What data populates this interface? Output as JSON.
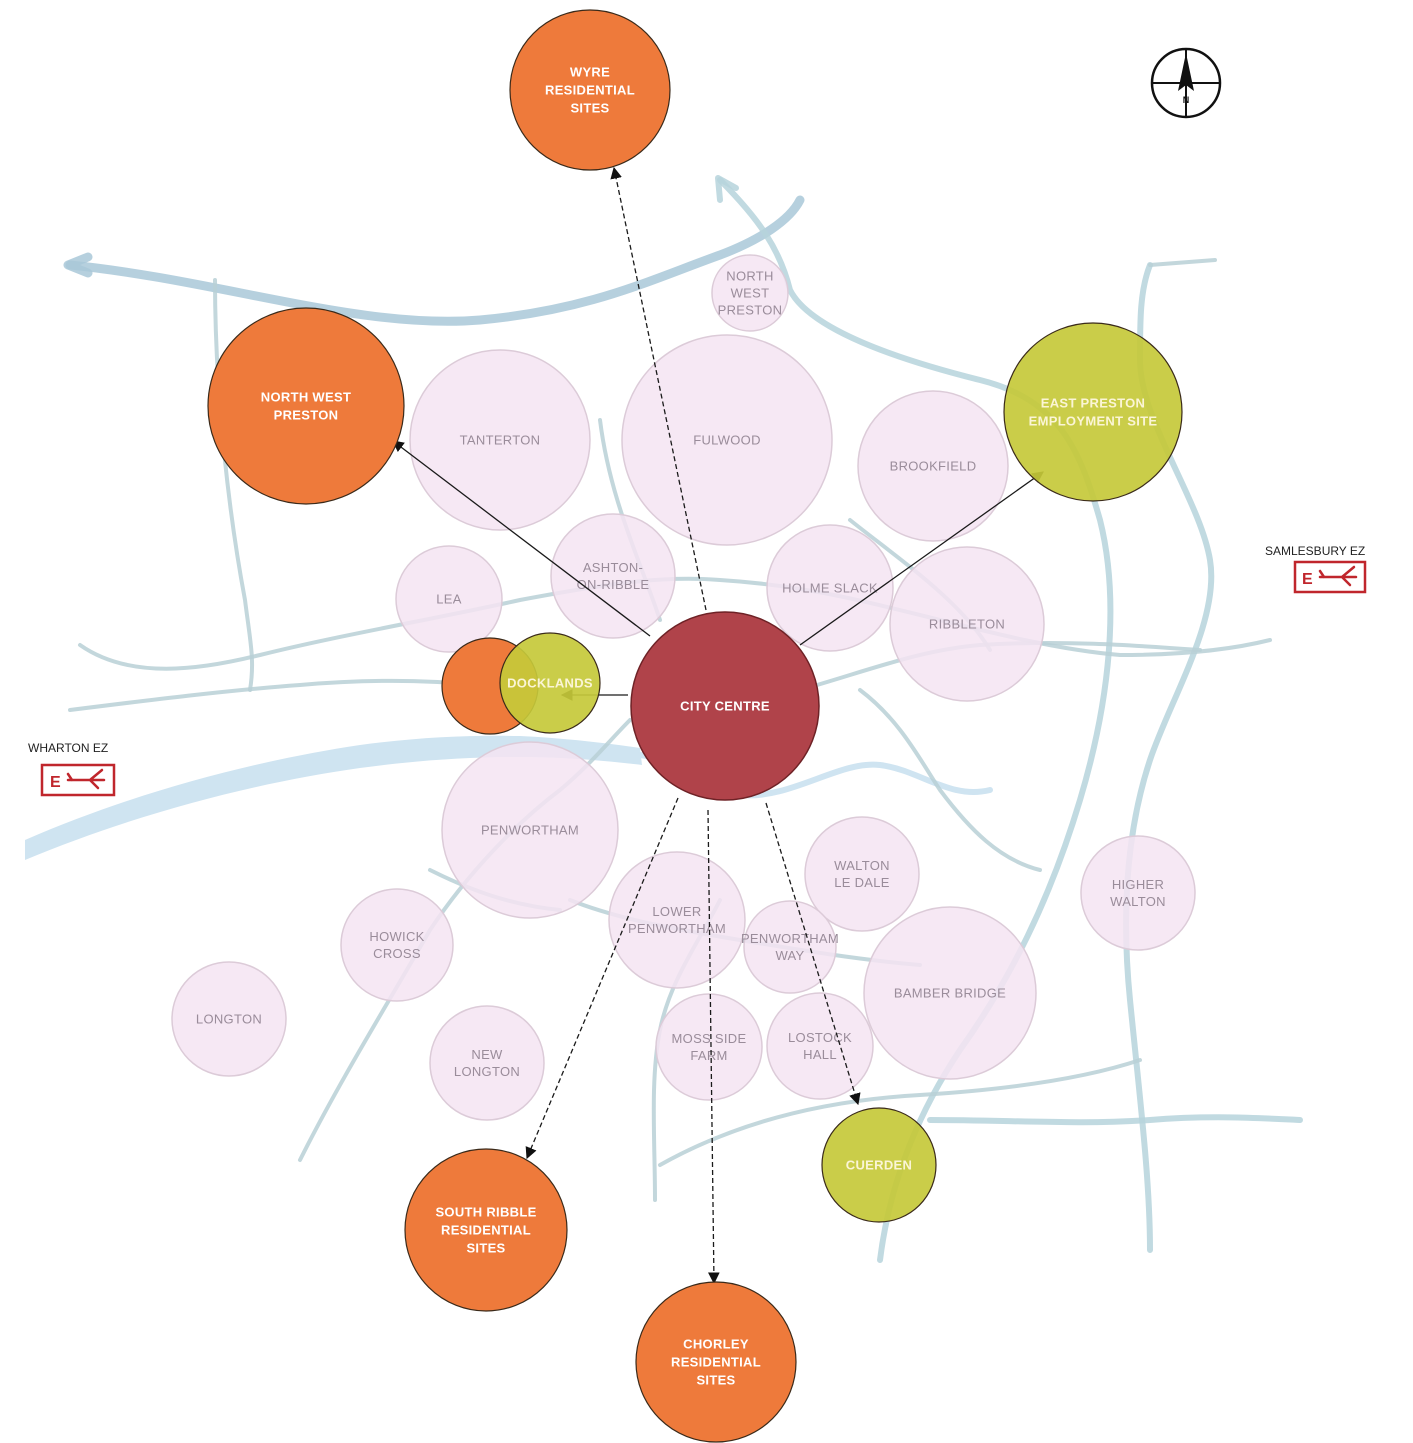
{
  "compass": {
    "icon": "north-arrow-icon",
    "letter": "N"
  },
  "colors": {
    "area_fill": "#f5e4f2",
    "area_stroke": "#dccbd8",
    "residential": "#ee7a3b",
    "employment": "#c6c93a",
    "city_centre": "#b0434a",
    "river": "#cfe4f1",
    "road": "#b8d0d6",
    "ez_red": "#c0262c"
  },
  "hub": {
    "lines": [
      "CITY CENTRE"
    ]
  },
  "areas": [
    {
      "id": "north-west-preston-area",
      "lines": [
        "NORTH",
        "WEST",
        "PRESTON"
      ]
    },
    {
      "id": "tanterton",
      "lines": [
        "TANTERTON"
      ]
    },
    {
      "id": "fulwood",
      "lines": [
        "FULWOOD"
      ]
    },
    {
      "id": "brookfield",
      "lines": [
        "BROOKFIELD"
      ]
    },
    {
      "id": "lea",
      "lines": [
        "LEA"
      ]
    },
    {
      "id": "ashton-on-ribble",
      "lines": [
        "ASHTON-",
        "ON-RIBBLE"
      ]
    },
    {
      "id": "holme-slack",
      "lines": [
        "HOLME SLACK"
      ]
    },
    {
      "id": "ribbleton",
      "lines": [
        "RIBBLETON"
      ]
    },
    {
      "id": "penwortham",
      "lines": [
        "PENWORTHAM"
      ]
    },
    {
      "id": "walton-le-dale",
      "lines": [
        "WALTON",
        "LE DALE"
      ]
    },
    {
      "id": "higher-walton",
      "lines": [
        "HIGHER",
        "WALTON"
      ]
    },
    {
      "id": "howick-cross",
      "lines": [
        "HOWICK",
        "CROSS"
      ]
    },
    {
      "id": "lower-penwortham",
      "lines": [
        "LOWER",
        "PENWORTHAM"
      ]
    },
    {
      "id": "penwortham-way",
      "lines": [
        "PENWORTHAM",
        "WAY"
      ]
    },
    {
      "id": "bamber-bridge",
      "lines": [
        "BAMBER BRIDGE"
      ]
    },
    {
      "id": "longton",
      "lines": [
        "LONGTON"
      ]
    },
    {
      "id": "new-longton",
      "lines": [
        "NEW",
        "LONGTON"
      ]
    },
    {
      "id": "moss-side-farm",
      "lines": [
        "MOSS SIDE",
        "FARM"
      ]
    },
    {
      "id": "lostock-hall",
      "lines": [
        "LOSTOCK",
        "HALL"
      ]
    }
  ],
  "sites": [
    {
      "id": "wyre-residential-sites",
      "type": "residential",
      "lines": [
        "WYRE",
        "RESIDENTIAL",
        "SITES"
      ]
    },
    {
      "id": "north-west-preston-site",
      "type": "residential",
      "lines": [
        "NORTH WEST",
        "PRESTON"
      ]
    },
    {
      "id": "east-preston-employment-site",
      "type": "employment",
      "lines": [
        "EAST PRESTON",
        "EMPLOYMENT SITE"
      ]
    },
    {
      "id": "docklands-residential",
      "type": "residential",
      "lines": []
    },
    {
      "id": "docklands-employment",
      "type": "employment",
      "lines": [
        "DOCKLANDS"
      ]
    },
    {
      "id": "cuerden",
      "type": "employment",
      "lines": [
        "CUERDEN"
      ]
    },
    {
      "id": "south-ribble-residential-sites",
      "type": "residential",
      "lines": [
        "SOUTH RIBBLE",
        "RESIDENTIAL",
        "SITES"
      ]
    },
    {
      "id": "chorley-residential-sites",
      "type": "residential",
      "lines": [
        "CHORLEY",
        "RESIDENTIAL",
        "SITES"
      ]
    }
  ],
  "connections": [
    {
      "from": "CITY CENTRE",
      "to": "WYRE RESIDENTIAL SITES",
      "style": "dashed"
    },
    {
      "from": "CITY CENTRE",
      "to": "NORTH WEST PRESTON",
      "style": "solid"
    },
    {
      "from": "CITY CENTRE",
      "to": "EAST PRESTON EMPLOYMENT SITE",
      "style": "solid"
    },
    {
      "from": "CITY CENTRE",
      "to": "DOCKLANDS",
      "style": "solid"
    },
    {
      "from": "CITY CENTRE",
      "to": "SOUTH RIBBLE RESIDENTIAL SITES",
      "style": "dashed"
    },
    {
      "from": "CITY CENTRE",
      "to": "CHORLEY RESIDENTIAL SITES",
      "style": "dashed"
    },
    {
      "from": "CITY CENTRE",
      "to": "CUERDEN",
      "style": "dashed"
    }
  ],
  "enterprise_zones": [
    {
      "id": "wharton-ez",
      "label": "WHARTON EZ",
      "letter": "E",
      "icon": "airplane-icon"
    },
    {
      "id": "samlesbury-ez",
      "label": "SAMLESBURY EZ",
      "letter": "E",
      "icon": "airplane-icon"
    }
  ]
}
